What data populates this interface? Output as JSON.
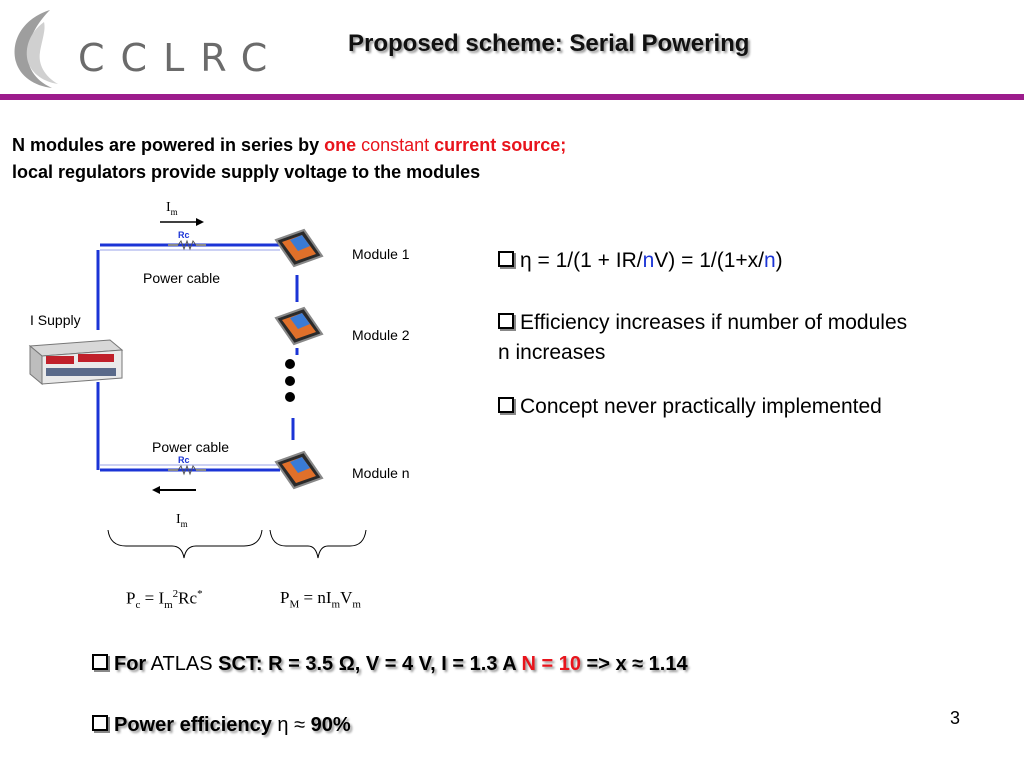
{
  "header": {
    "logo": "CCLRC",
    "title": "Proposed scheme: Serial Powering"
  },
  "intro": {
    "line1_a": "N modules are powered in series by ",
    "line1_b": "one",
    "line1_c": " constant ",
    "line1_d": "current source;",
    "line2": "local regulators provide supply voltage to the modules"
  },
  "diagram": {
    "current_label": "I",
    "current_sub": "m",
    "resistor_label": "Rc",
    "power_cable_top": "Power cable",
    "power_cable_bottom": "Power cable",
    "supply_label": "I Supply",
    "modules": [
      "Module 1",
      "Module 2",
      "Module n"
    ],
    "brace_left": {
      "P": "P",
      "c": "c",
      "eq": " = I",
      "m": "m",
      "sq": "2",
      "Rc": "Rc",
      "star": "*"
    },
    "brace_right": {
      "P": "P",
      "M": "M",
      "eq": " = nI",
      "m1": "m",
      "V": "V",
      "m2": "m"
    }
  },
  "bullets": {
    "eta_a": "η = 1/(1 + IR/",
    "eta_n1": "n",
    "eta_b": "V) = 1/(1+x/",
    "eta_n2": "n",
    "eta_c": ")",
    "efficiency": "Efficiency increases if number of modules n increases",
    "concept": "Concept never practically implemented"
  },
  "bottom": {
    "for_label": "For",
    "atlas": " ATLAS ",
    "params": "SCT:  R = 3.5 Ω,  V = 4 V, I = 1.3 A ",
    "n_eq": "N = 10",
    "result": " => x ≈ 1.14",
    "power_label": "Power efficiency",
    "eta": " η ≈ ",
    "pct": "90%"
  },
  "page_number": "3",
  "colors": {
    "accent_rule": "#9c1c8c",
    "highlight_red": "#e8141c",
    "wire_blue": "#1b34d6"
  }
}
